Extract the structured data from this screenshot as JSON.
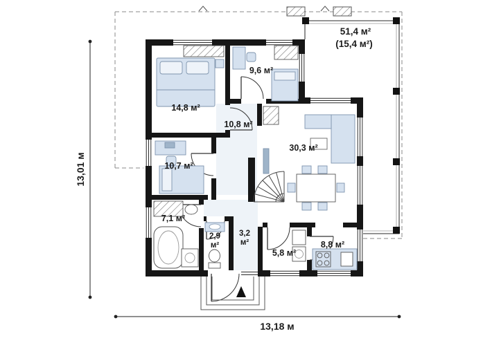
{
  "dimensions": {
    "width_label": "13,18 м",
    "height_label": "13,01 м"
  },
  "terrace_note": {
    "primary": "51,4 м²",
    "secondary": "(15,4 м²)"
  },
  "rooms": {
    "bedroom_main": {
      "area": "14,8 м²"
    },
    "bedroom_small": {
      "area": "9,6 м²"
    },
    "hall": {
      "area": "10,8 м²"
    },
    "living_room": {
      "area": "30,3 м²"
    },
    "bedroom_left": {
      "area": "10,7 м²"
    },
    "bathroom": {
      "area": "7,1 м²"
    },
    "wc": {
      "num": "2,9",
      "unit": "м²"
    },
    "corridor": {
      "num": "3,2",
      "unit": "м²"
    },
    "utility": {
      "area": "5,8 м²"
    },
    "kitchen": {
      "area": "8,8 м²"
    }
  },
  "colors": {
    "wall": "#161616",
    "furniture_fill": "#d5e1ef",
    "furniture_stroke": "#7e94ad"
  }
}
